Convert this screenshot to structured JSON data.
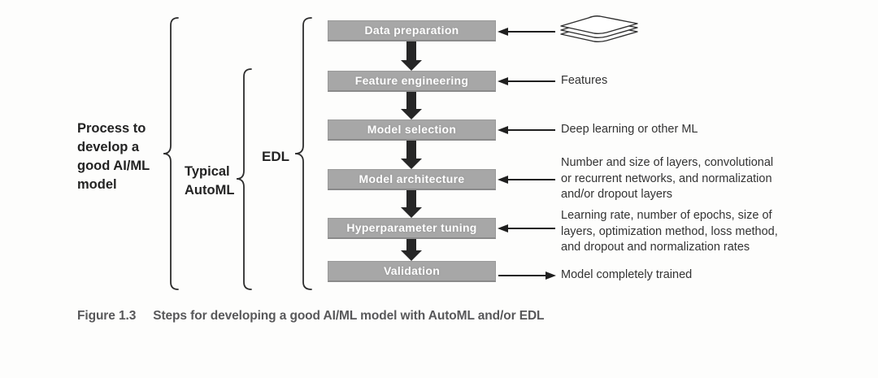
{
  "figure": {
    "caption": {
      "label": "Figure 1.3",
      "text": "Steps for developing a good AI/ML model with AutoML and/or EDL"
    }
  },
  "braces": {
    "process": {
      "label": "Process to\ndevelop a\ngood AI/ML\nmodel",
      "covers": "all six steps"
    },
    "automl": {
      "label": "Typical\nAutoML",
      "covers": "Feature engineering through Validation"
    },
    "edl": {
      "label": "EDL",
      "covers": "all six steps"
    }
  },
  "steps": [
    {
      "label": "Data preparation"
    },
    {
      "label": "Feature engineering"
    },
    {
      "label": "Model selection"
    },
    {
      "label": "Model architecture"
    },
    {
      "label": "Hyperparameter tuning"
    },
    {
      "label": "Validation"
    }
  ],
  "annotations": [
    {
      "row": 1,
      "type": "icon",
      "icon": "paper-stack-icon",
      "arrow": "into-box"
    },
    {
      "row": 2,
      "type": "text",
      "text": "Features",
      "arrow": "into-box"
    },
    {
      "row": 3,
      "type": "text",
      "text": "Deep learning or other ML",
      "arrow": "into-box"
    },
    {
      "row": 4,
      "type": "text",
      "text": "Number and size of layers, convolutional\nor recurrent networks, and normalization\nand/or dropout layers",
      "arrow": "into-box"
    },
    {
      "row": 5,
      "type": "text",
      "text": "Learning rate, number of epochs, size of\nlayers, optimization method, loss method,\nand dropout and normalization rates",
      "arrow": "into-box"
    },
    {
      "row": 6,
      "type": "text",
      "text": "Model completely trained",
      "arrow": "out-of-box"
    }
  ],
  "colors": {
    "step_box_fill": "#a7a7a7",
    "step_box_text": "#ffffff",
    "arrow": "#262626",
    "annotation_text": "#333333",
    "brace_label_text": "#232323",
    "caption_text": "#58585a",
    "background": "#fdfdfc"
  }
}
